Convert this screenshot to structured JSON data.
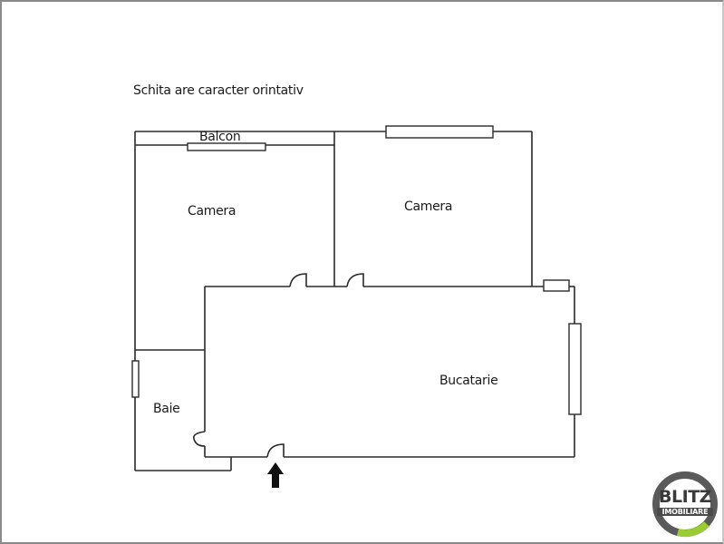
{
  "note": "Schita are caracter orintativ",
  "rooms": {
    "balcon": "Balcon",
    "camera_left": "Camera",
    "camera_right": "Camera",
    "bucatarie": "Bucatarie",
    "baie": "Baie"
  },
  "logo": {
    "brand": "BLITZ",
    "subtitle": "IMOBILIARE",
    "ring_color": "#5a5a5a",
    "accent_color": "#9acd32"
  },
  "colors": {
    "wall": "#2a2a2a",
    "background": "#ffffff"
  }
}
